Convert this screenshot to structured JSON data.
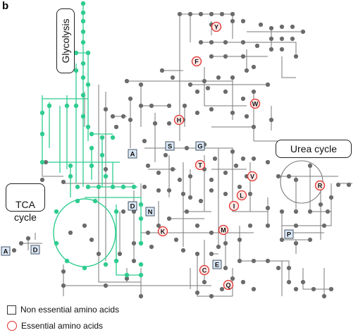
{
  "panel_letter": "b",
  "pathway_labels": {
    "glycolysis": "Glycolysis",
    "tca": "TCA\ncycle",
    "urea": "Urea cycle"
  },
  "legend": {
    "non_essential": "Non essential amino acids",
    "essential": "Essential amino acids"
  },
  "colors": {
    "central_pathway": "#2ecc8f",
    "node": "#6b6b6b",
    "edge": "#7a7a7a",
    "essential_ring": "#e0302e",
    "non_essential_fill": "#dce9f7",
    "non_essential_border": "#345"
  },
  "non_essential_amino_acids": [
    "A",
    "S",
    "G",
    "D",
    "N",
    "A",
    "D",
    "P",
    "E"
  ],
  "essential_amino_acids": [
    "Y",
    "F",
    "W",
    "H",
    "T",
    "V",
    "R",
    "L",
    "I",
    "K",
    "M",
    "C",
    "Q"
  ]
}
